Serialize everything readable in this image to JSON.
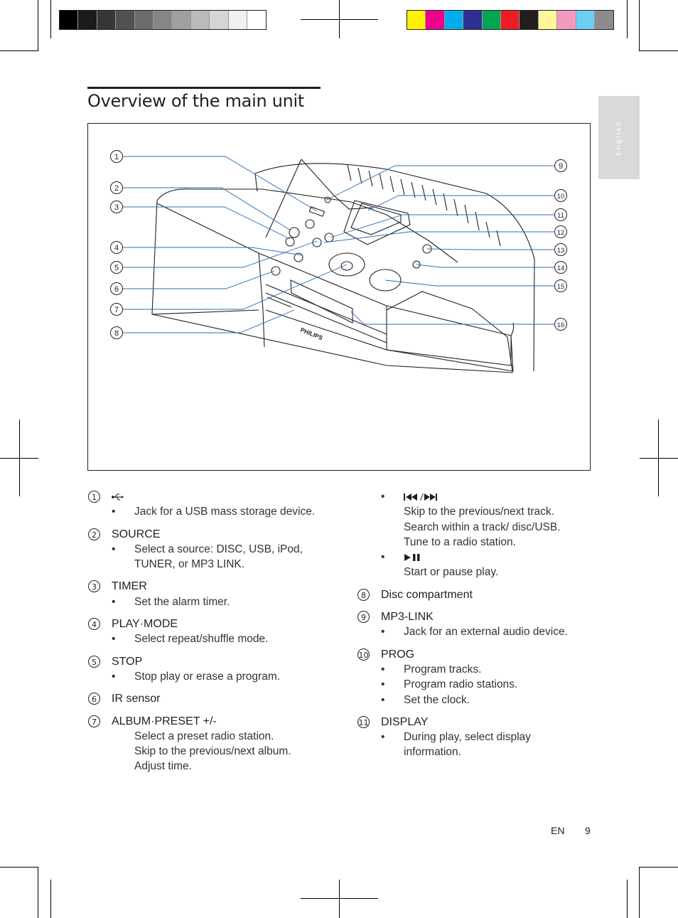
{
  "language_tab": "English",
  "title": "Overview of the main unit",
  "brand": "PHILIPS",
  "colors": {
    "gray_bars": [
      "#000000",
      "#1c1c1c",
      "#363636",
      "#515151",
      "#6b6b6b",
      "#868686",
      "#a0a0a0",
      "#bbbbbb",
      "#d5d5d5",
      "#f0f0f0",
      "#ffffff"
    ],
    "color_bars": [
      "#fff200",
      "#ec008c",
      "#00aeef",
      "#2e3192",
      "#00a651",
      "#ed1c24",
      "#231f20",
      "#fff799",
      "#f49ac1",
      "#6dcff6",
      "#8c8c8c"
    ]
  },
  "callouts": [
    "1",
    "2",
    "3",
    "4",
    "5",
    "6",
    "7",
    "8",
    "9",
    "10",
    "11",
    "12",
    "13",
    "14",
    "15",
    "16"
  ],
  "left_column": [
    {
      "num": "1",
      "icon": "usb-icon",
      "bullets": [
        "Jack for a USB mass storage device."
      ]
    },
    {
      "num": "2",
      "label": "SOURCE",
      "bullets": [
        "Select a source: DISC, USB, iPod,",
        "TUNER, or MP3 LINK."
      ]
    },
    {
      "num": "3",
      "label": "TIMER",
      "bullets": [
        "Set the alarm timer."
      ]
    },
    {
      "num": "4",
      "label": "PLAY·MODE",
      "bullets": [
        "Select repeat/shuffle mode."
      ]
    },
    {
      "num": "5",
      "label": "STOP",
      "bullets": [
        "Stop play or erase a program."
      ]
    },
    {
      "num": "6",
      "label": "IR sensor",
      "bullets": []
    },
    {
      "num": "7",
      "label": "ALBUM·PRESET +/-",
      "lines": [
        "Select a preset radio station.",
        "Skip to the previous/next album.",
        "Adjust time."
      ]
    }
  ],
  "right_column": {
    "continuation": [
      {
        "icon": "prev-next-icon",
        "lines": [
          "Skip to the previous/next track.",
          "Search within a track/ disc/USB.",
          "Tune to a radio station."
        ]
      },
      {
        "icon": "play-pause-icon",
        "lines": [
          "Start or pause play."
        ]
      }
    ],
    "items": [
      {
        "num": "8",
        "label": "Disc compartment",
        "bullets": []
      },
      {
        "num": "9",
        "label": "MP3-LINK",
        "bullets": [
          "Jack for an external audio device."
        ]
      },
      {
        "num": "10",
        "label": "PROG",
        "bullets": [
          "Program tracks.",
          "Program radio stations.",
          "Set the clock."
        ]
      },
      {
        "num": "11",
        "label": "DISPLAY",
        "bullets": [
          "During play, select display",
          "information."
        ]
      }
    ]
  },
  "footer": {
    "lang": "EN",
    "page": "9"
  }
}
